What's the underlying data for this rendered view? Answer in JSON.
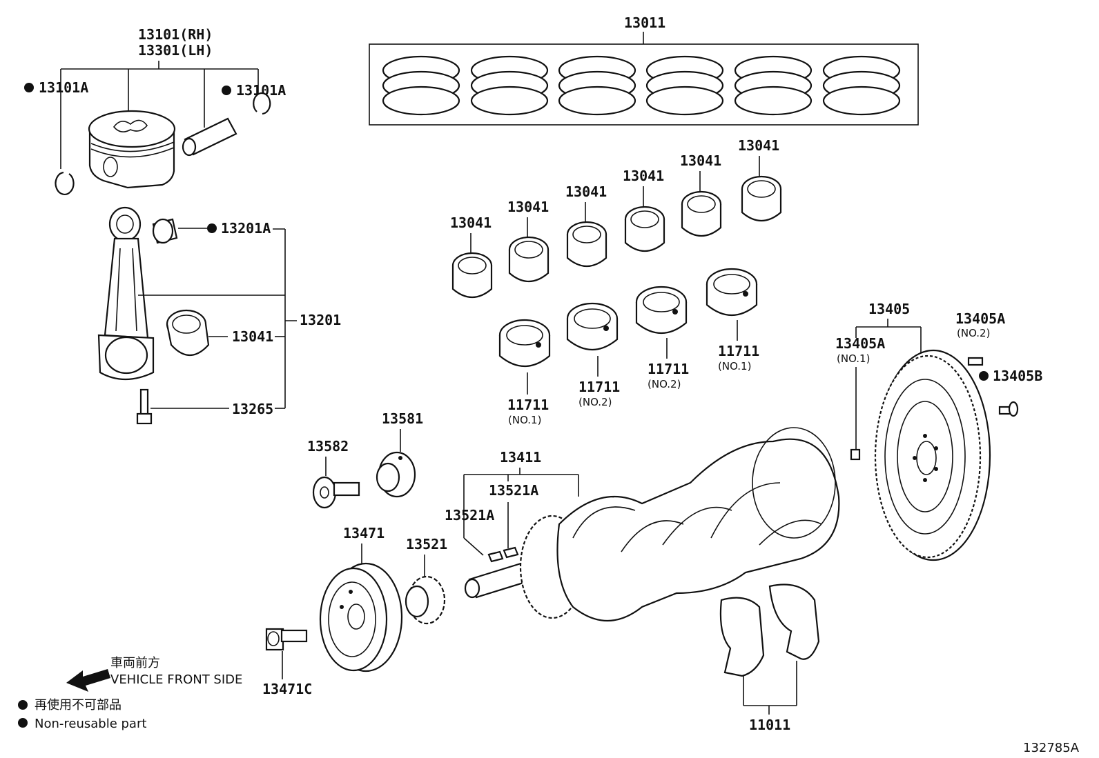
{
  "labels": {
    "piston_rh": "13101(RH)",
    "piston_lh": "13301(LH)",
    "snap_ring_left": "13101A",
    "snap_ring_right": "13101A",
    "ring_set": "13011",
    "bushing": "13201A",
    "rod_assy": "13201",
    "rod_bearing": "13041",
    "rod_bolt": "13265",
    "crank_bearing_1": "13041",
    "crank_bearing_2": "13041",
    "crank_bearing_3": "13041",
    "crank_bearing_4": "13041",
    "crank_bearing_5": "13041",
    "crank_bearing_6": "13041",
    "main_bearing_1": "11711",
    "main_bearing_1_sub": "(NO.1)",
    "main_bearing_2": "11711",
    "main_bearing_2_sub": "(NO.2)",
    "main_bearing_3": "11711",
    "main_bearing_3_sub": "(NO.2)",
    "main_bearing_4": "11711",
    "main_bearing_4_sub": "(NO.1)",
    "flywheel": "13405",
    "pin_no1": "13405A",
    "pin_no1_sub": "(NO.1)",
    "pin_no2": "13405A",
    "pin_no2_sub": "(NO.2)",
    "flywheel_bolt": "13405B",
    "sensor_bolt": "13582",
    "sensor_plate": "13581",
    "crankshaft": "13411",
    "key_a": "13521A",
    "key_b": "13521A",
    "pulley": "13471",
    "timing_gear": "13521",
    "pulley_bolt": "13471C",
    "thrust_washer": "11011"
  },
  "front": {
    "jp": "車両前方",
    "en": "VEHICLE FRONT SIDE"
  },
  "legend": {
    "jp": "再使用不可部品",
    "en": "Non-reusable part"
  },
  "figure_id": "132785A"
}
